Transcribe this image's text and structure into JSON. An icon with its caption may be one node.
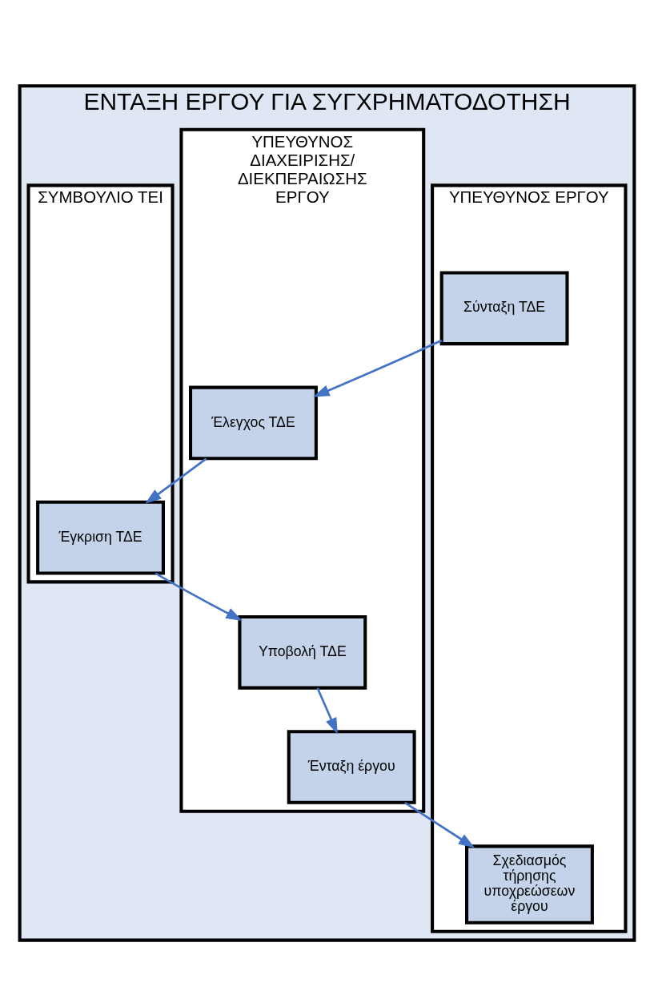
{
  "diagram": {
    "nodes": [
      {
        "text": [
          "ΕΝΤΑΞΗ ΕΡΓΟΥ ΓΙΑ ΣΥΓΧΡΗΜΑΤΟΔΟΤΗΣΗ"
        ]
      },
      {
        "text": [
          "ΥΠΕΥΘΥΝΟΣ ΔΙΑΧΕΙΡΙΣΗΣ/ ΔΙΕΚΠΕΡΑΙΩΣΗΣ ΕΡΓΟΥ"
        ],
        "in": 0
      },
      {
        "text": [
          "ΥΠΕΥΘΥΝΟΣ ΕΡΓΟΥ"
        ],
        "in": 0
      },
      {
        "text": [
          "ΣΥΜΒΟΥΛΙΟ ΤΕΙ"
        ],
        "in": 0
      },
      {
        "text": [
          "Σύνταξη ΤΔΕ"
        ],
        "in": 2
      },
      {
        "text": [
          "Έλεγχος ΤΔΕ"
        ],
        "in": 1
      },
      {
        "text": [
          "Έγκριση ΤΔΕ"
        ],
        "in": 3
      },
      {
        "text": [
          "Υποβολή ΤΔΕ"
        ],
        "in": 1
      },
      {
        "text": [
          "Ένταξη έργου"
        ],
        "in": 1
      },
      {
        "text": [
          "Σχεδιασμός τήρησης υποχρεώσεων έργου"
        ],
        "in": 2
      }
    ],
    "edges": [
      {
        "from": 4,
        "to": 5,
        "arrow": "to"
      },
      {
        "from": 5,
        "to": 6,
        "arrow": "to"
      },
      {
        "from": 6,
        "to": 7,
        "arrow": "to"
      },
      {
        "from": 7,
        "to": 8,
        "arrow": "to"
      },
      {
        "from": 8,
        "to": 9,
        "arrow": "to"
      }
    ]
  }
}
